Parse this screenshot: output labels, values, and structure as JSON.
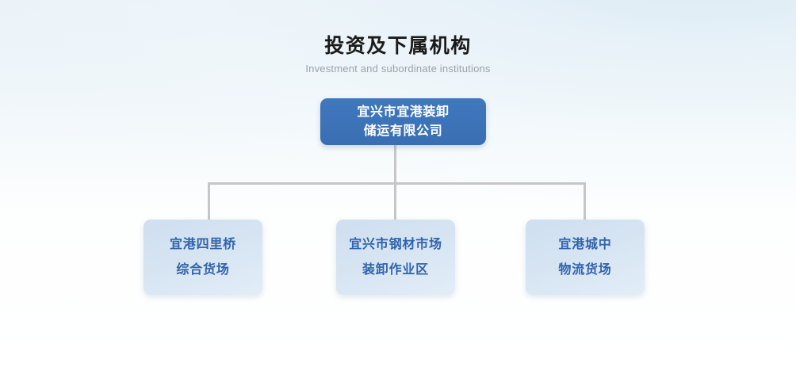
{
  "header": {
    "title_cn": "投资及下属机构",
    "title_en": "Investment and subordinate institutions"
  },
  "chart": {
    "type": "org-chart",
    "root": {
      "id": "root-company",
      "lines": [
        "宜兴市宜港装卸",
        "储运有限公司"
      ],
      "full_text": "宜兴市宜港装卸储运有限公司",
      "bg_color": "#3a6eb2",
      "text_color": "#ffffff"
    },
    "children": [
      {
        "id": "child-siliqiao",
        "lines": [
          "宜港四里桥",
          "综合货场"
        ],
        "full_text": "宜港四里桥综合货场",
        "bg_color": "#d6e4f2",
        "text_color": "#3063ad"
      },
      {
        "id": "child-steel-market",
        "lines": [
          "宜兴市钢材市场",
          "装卸作业区"
        ],
        "full_text": "宜兴市钢材市场装卸作业区",
        "bg_color": "#d6e4f2",
        "text_color": "#3063ad"
      },
      {
        "id": "child-chengzhong",
        "lines": [
          "宜港城中",
          "物流货场"
        ],
        "full_text": "宜港城中物流货场",
        "bg_color": "#d6e4f2",
        "text_color": "#3063ad"
      }
    ],
    "connector_color": "#c6c6c6"
  }
}
